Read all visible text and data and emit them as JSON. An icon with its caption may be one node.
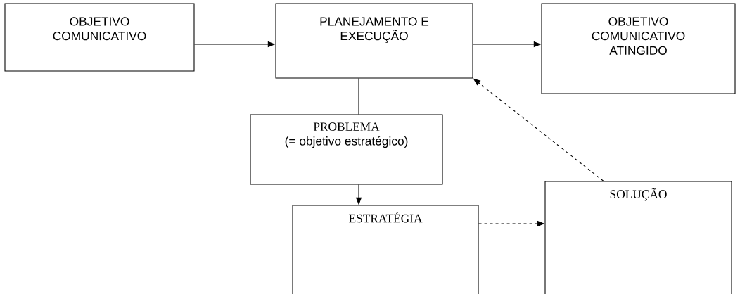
{
  "diagram": {
    "nodes": [
      {
        "text": [
          "OBJETIVO COMUNICATIVO"
        ]
      },
      {
        "text": [
          "PLANEJAMENTO E EXECUÇÃO"
        ]
      },
      {
        "text": [
          "OBJETIVO COMUNICATIVO ATINGIDO"
        ]
      },
      {
        "text": [
          "PROBLEMA",
          "(= objetivo estratégico)"
        ]
      },
      {
        "text": [
          "ESTRATÉGIA"
        ]
      },
      {
        "text": [
          "SOLUÇÃO"
        ]
      }
    ],
    "edges": [
      {
        "from": 0,
        "to": 1,
        "arrow": "to"
      },
      {
        "from": 1,
        "to": 2,
        "arrow": "to"
      },
      {
        "from": 1,
        "to": 3,
        "arrow": "none"
      },
      {
        "from": 3,
        "to": 4,
        "arrow": "to"
      },
      {
        "from": 4,
        "to": 5,
        "arrow": "to",
        "style": "dashed"
      },
      {
        "from": 5,
        "to": 1,
        "arrow": "to",
        "style": "dashed"
      }
    ]
  }
}
